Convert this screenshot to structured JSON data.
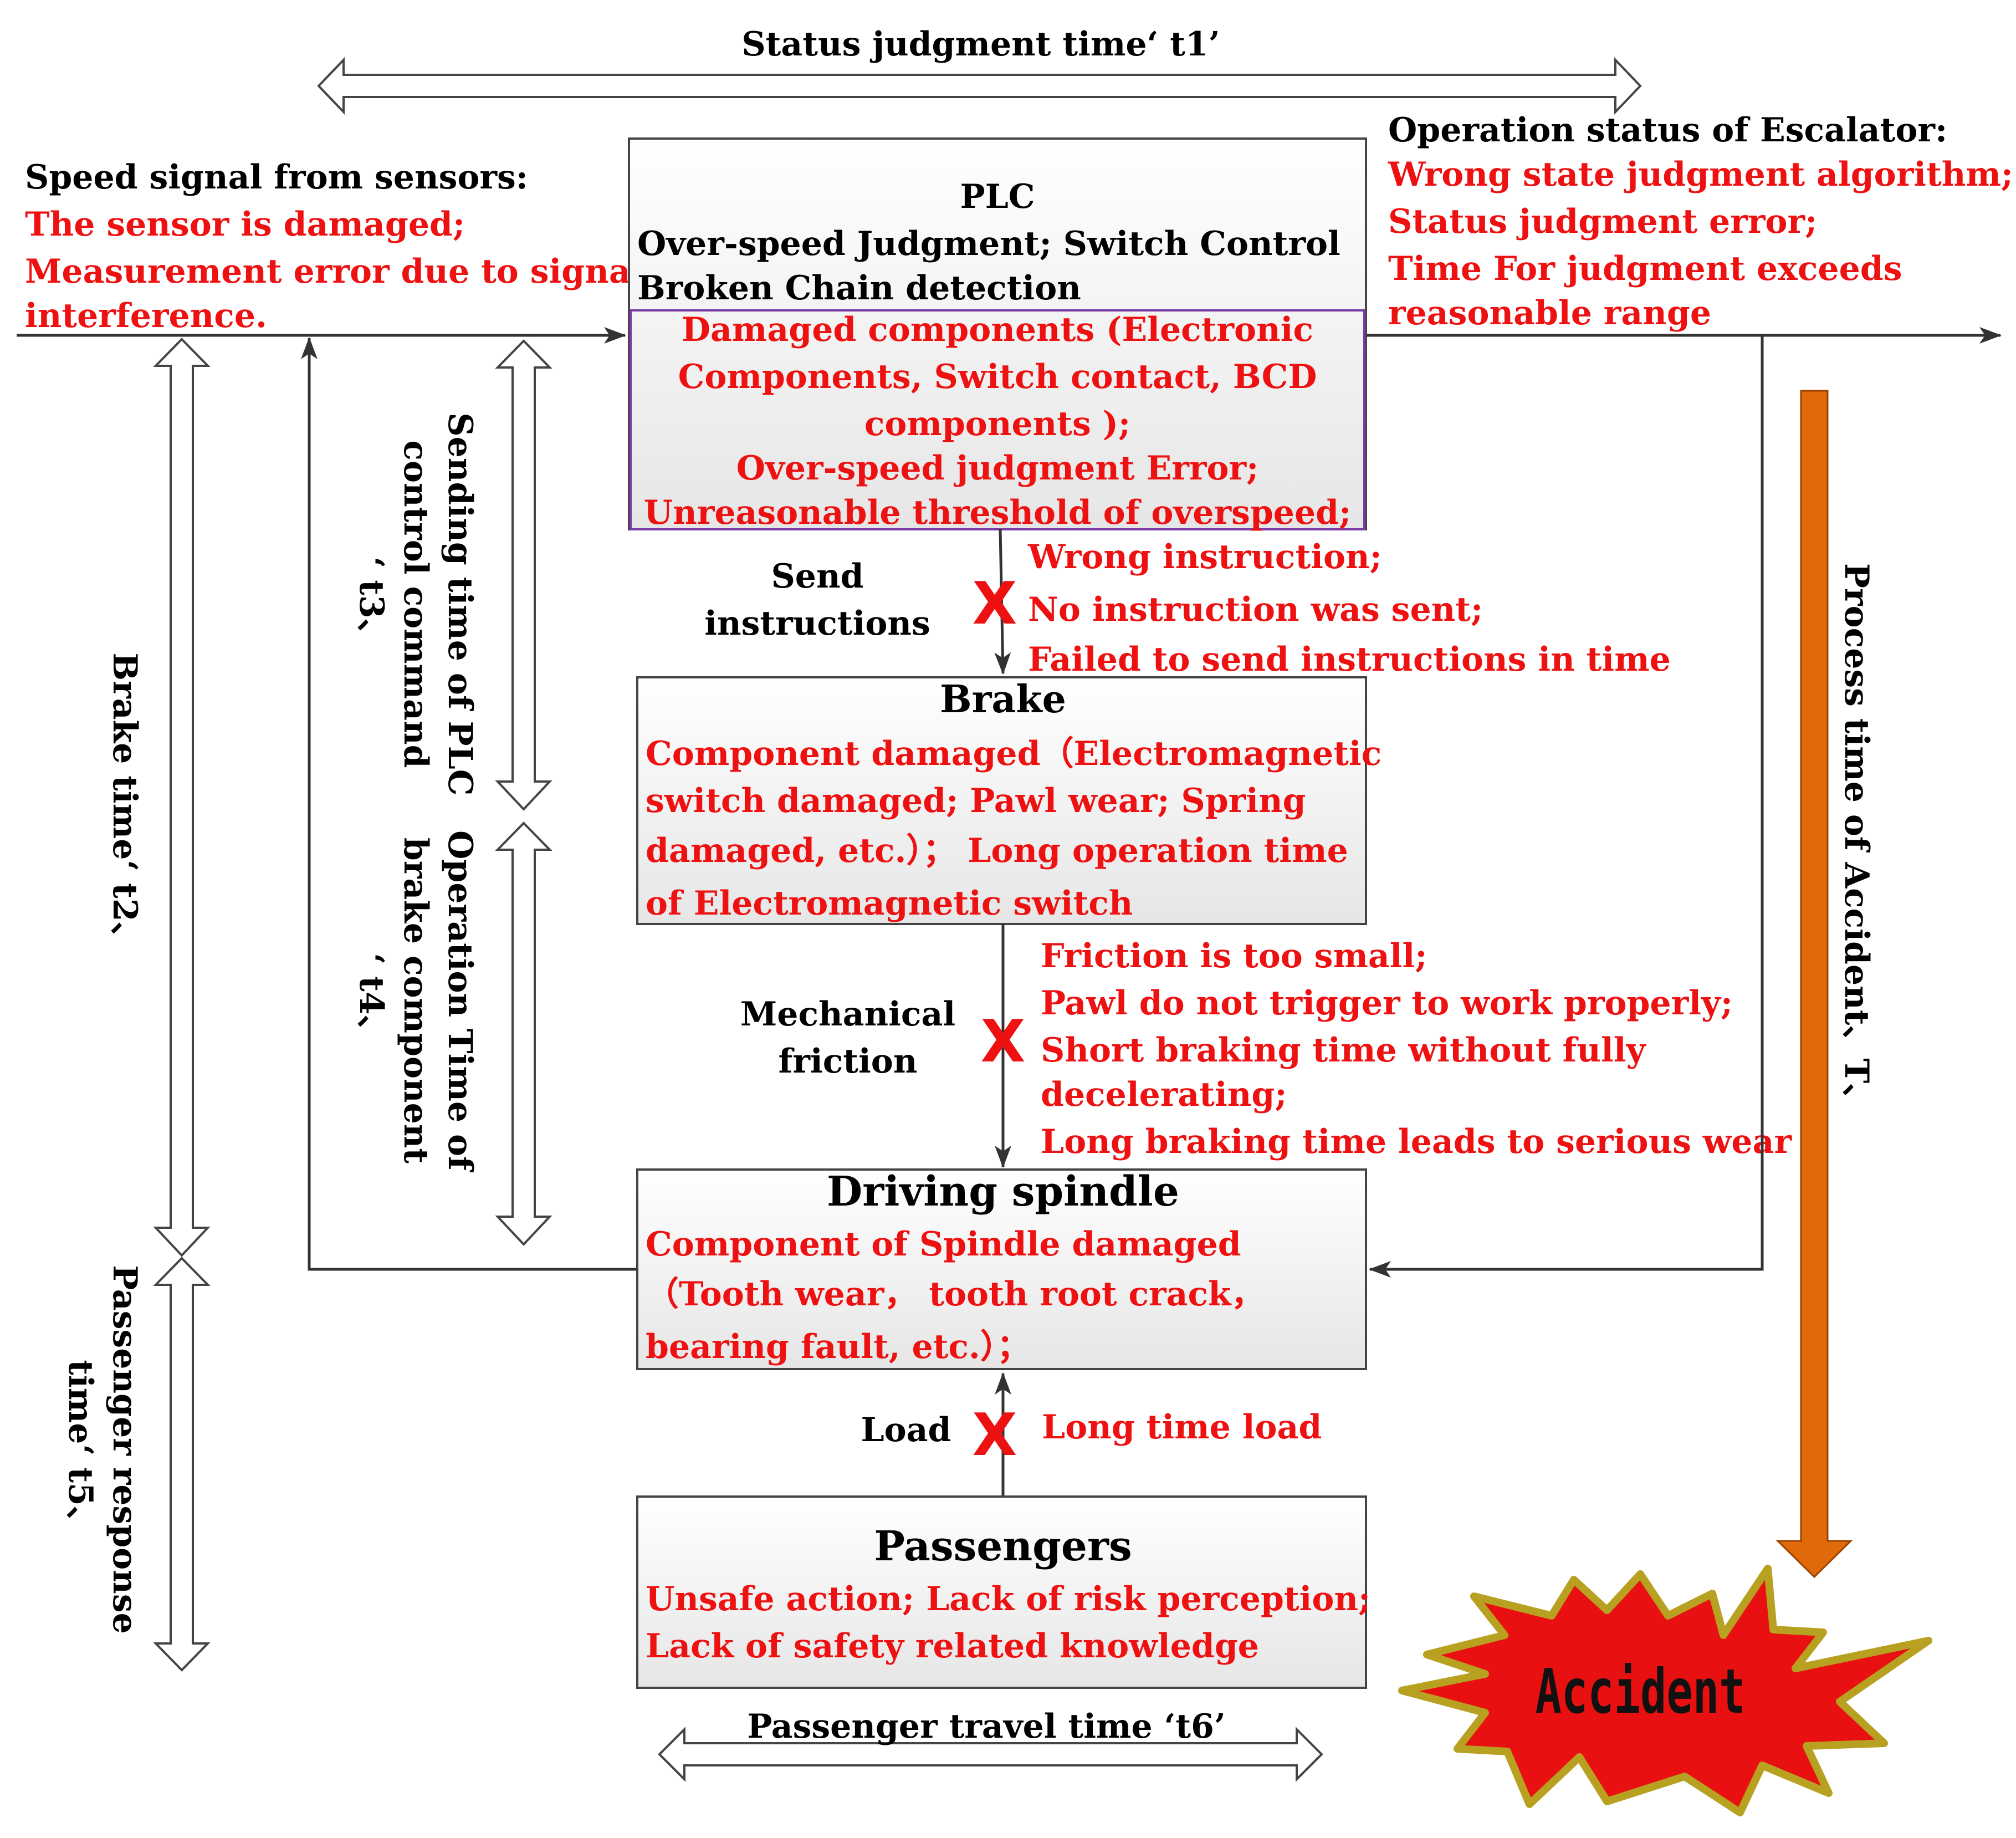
{
  "top_arrow": {
    "label": "Status judgment time‘ t1’"
  },
  "speed_signal": {
    "heading": "Speed signal from sensors:",
    "faults": [
      "The sensor is damaged;",
      "Measurement error due to signal",
      "interference."
    ]
  },
  "plc": {
    "title": "PLC",
    "functions": [
      "Over-speed Judgment;  Switch Control",
      "Broken Chain detection"
    ],
    "faults": [
      "Damaged  components (Electronic",
      "Components, Switch contact, BCD",
      "components );",
      "Over-speed judgment Error;",
      "Unreasonable threshold of overspeed;"
    ]
  },
  "operation_status": {
    "heading": "Operation status of Escalator:",
    "faults": [
      "Wrong state judgment algorithm;",
      "Status judgment error;",
      "Time For judgment  exceeds",
      "reasonable range"
    ]
  },
  "send_instructions": {
    "label": [
      "Send",
      "instructions"
    ],
    "faults": [
      "Wrong instruction;",
      "No instruction was sent;",
      "Failed to send instructions in time"
    ]
  },
  "brake": {
    "title": "Brake",
    "faults": [
      "Component damaged（Electromagnetic",
      "switch damaged; Pawl wear; Spring",
      "damaged, etc.）； Long operation time",
      "of Electromagnetic switch"
    ]
  },
  "mechanical_friction": {
    "label": [
      "Mechanical",
      "friction"
    ],
    "faults": [
      "Friction is too small;",
      "Pawl do not trigger to work properly;",
      "Short braking time without fully",
      "decelerating;",
      "Long braking time leads to serious wear"
    ]
  },
  "spindle": {
    "title": "Driving spindle",
    "faults": [
      "Component of Spindle damaged",
      "（Tooth wear， tooth root crack，",
      "bearing fault, etc.）；"
    ]
  },
  "load": {
    "label": "Load",
    "faults": [
      "Long time load"
    ]
  },
  "passengers": {
    "title": "Passengers",
    "faults": [
      "Unsafe action; Lack of risk perception;",
      "Lack of safety related  knowledge"
    ]
  },
  "bottom_arrow": {
    "label": "Passenger travel time ‘t6’"
  },
  "brake_time": {
    "label": "Brake time‘ t2、"
  },
  "passenger_response": {
    "lines": [
      "Passenger response",
      "time‘ t5、"
    ]
  },
  "plc_send_time": {
    "lines": [
      "Sending time of PLC",
      "control command",
      "‘ t3、"
    ]
  },
  "brake_op_time": {
    "lines": [
      "Operation  Time of",
      "brake component",
      "‘ t4、"
    ]
  },
  "process_time": {
    "label": "Process time of Accident、T、"
  },
  "fault_mark": "X",
  "accident": {
    "label": "Accident"
  },
  "colors": {
    "fault_text": "#ee1111",
    "process_arrow": "#e06a0a",
    "accident_burst": "#e81010",
    "burst_outline": "#b8a020",
    "plc_inner_border": "#7a3aa8"
  }
}
